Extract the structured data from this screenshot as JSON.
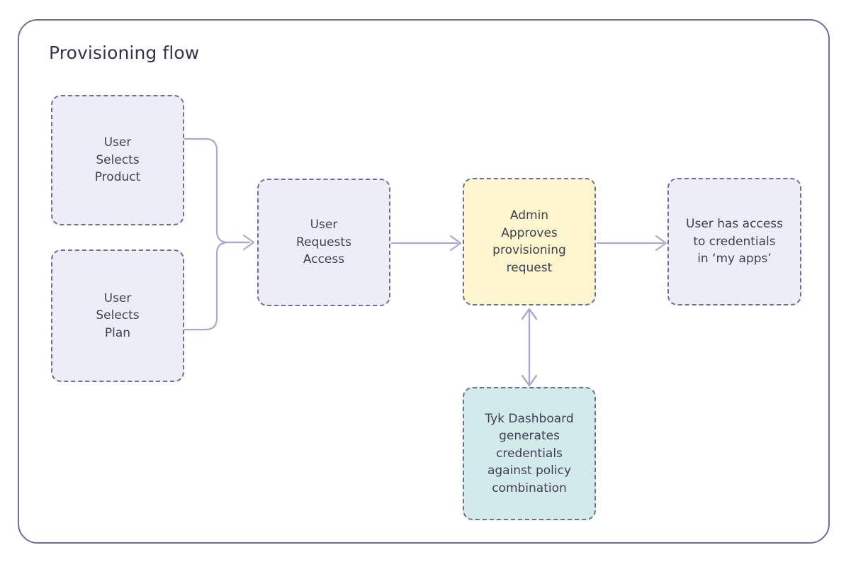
{
  "diagram": {
    "title": "Provisioning flow",
    "type": "flowchart",
    "colors": {
      "frame_border": "#6e6e98",
      "node_border": "#6e6e98",
      "node_fill_lavender": "#ecedf7",
      "node_fill_yellow": "#fdf5cd",
      "node_fill_teal": "#d2eaea",
      "connector": "#aaaad0",
      "title_text": "#333349",
      "node_text": "#3f3f56",
      "background": "#ffffff"
    },
    "nodes": [
      {
        "id": "user-selects-product",
        "label": "User\nSelects\nProduct",
        "lines": [
          "User",
          "Selects",
          "Product"
        ],
        "fill": "lavender",
        "border_style": "dashed"
      },
      {
        "id": "user-selects-plan",
        "label": "User\nSelects\nPlan",
        "lines": [
          "User",
          "Selects",
          "Plan"
        ],
        "fill": "lavender",
        "border_style": "dashed"
      },
      {
        "id": "user-requests-access",
        "label": "User\nRequests\nAccess",
        "lines": [
          "User",
          "Requests",
          "Access"
        ],
        "fill": "lavender",
        "border_style": "dashed"
      },
      {
        "id": "admin-approves",
        "label": "Admin\nApproves\nprovisioning\nrequest",
        "lines": [
          "Admin",
          "Approves",
          "provisioning",
          "request"
        ],
        "fill": "yellow",
        "border_style": "dashed"
      },
      {
        "id": "user-has-access",
        "label": "User has access\nto credentials\nin ‘my apps’",
        "lines": [
          "User has access",
          "to credentials",
          "in ‘my apps’"
        ],
        "fill": "lavender",
        "border_style": "dashed"
      },
      {
        "id": "tyk-dashboard",
        "label": "Tyk Dashboard\ngenerates\ncredentials\nagainst policy\ncombination",
        "lines": [
          "Tyk Dashboard",
          "generates",
          "credentials",
          "against policy",
          "combination"
        ],
        "fill": "teal",
        "border_style": "dashed"
      }
    ],
    "edges": [
      {
        "id": "edge-product-to-request",
        "from": "user-selects-product",
        "to": "user-requests-access",
        "arrow": "single",
        "shape": "elbow"
      },
      {
        "id": "edge-plan-to-request",
        "from": "user-selects-plan",
        "to": "user-requests-access",
        "arrow": "single",
        "shape": "elbow"
      },
      {
        "id": "edge-request-to-admin",
        "from": "user-requests-access",
        "to": "admin-approves",
        "arrow": "single",
        "shape": "straight"
      },
      {
        "id": "edge-admin-to-access",
        "from": "admin-approves",
        "to": "user-has-access",
        "arrow": "single",
        "shape": "straight"
      },
      {
        "id": "edge-admin-tyk",
        "from": "admin-approves",
        "to": "tyk-dashboard",
        "arrow": "double",
        "shape": "straight"
      }
    ]
  }
}
